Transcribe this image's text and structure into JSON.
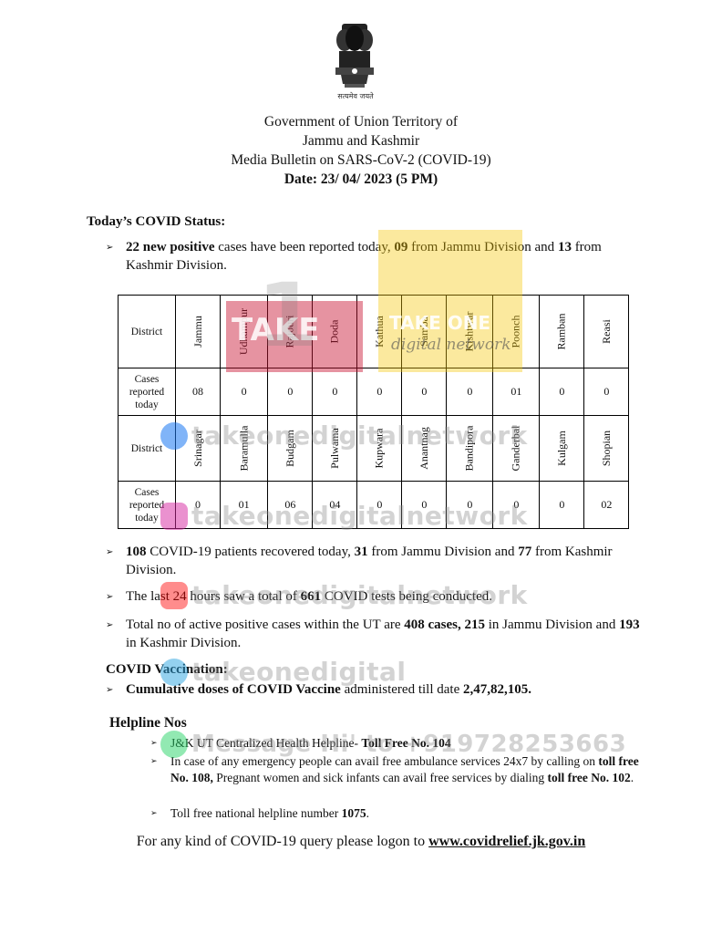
{
  "header": {
    "emblem_motto": "सत्यमेव जयते",
    "line1": "Government of Union Territory of",
    "line2": "Jammu and Kashmir",
    "line3": "Media Bulletin on SARS-CoV-2 (COVID-19)",
    "date": "Date: 23/ 04/ 2023 (5 PM)"
  },
  "status": {
    "heading": "Today’s COVID Status:",
    "b1_bold": "22 new positive",
    "b1_text": " cases have been reported today, ",
    "b1_jammu": "09",
    "b1_text2": " from Jammu Division and ",
    "b1_kashmir": "13",
    "b1_text3": " from Kashmir Division."
  },
  "table": {
    "row1_label": "District",
    "row1_districts": [
      "Jammu",
      "Udhampur",
      "Rajouri",
      "Doda",
      "Kathua",
      "Samba",
      "Kishtwar",
      "Poonch",
      "Ramban",
      "Reasi"
    ],
    "row2_label": "Cases reported today",
    "row2_cases": [
      "08",
      "0",
      "0",
      "0",
      "0",
      "0",
      "0",
      "01",
      "0",
      "0"
    ],
    "row3_label": "District",
    "row3_districts": [
      "Srinagar",
      "Baramulla",
      "Budgam",
      "Pulwama",
      "Kupwara",
      "Anantnag",
      "Bandipora",
      "Ganderbal",
      "Kulgam",
      "Shopian"
    ],
    "row4_label": "Cases reported today",
    "row4_cases": [
      "0",
      "01",
      "06",
      "04",
      "0",
      "0",
      "0",
      "0",
      "0",
      "02"
    ]
  },
  "recovered": {
    "n": "108",
    "t1": " COVID-19 patients recovered today, ",
    "jammu": "31",
    "t2": " from Jammu Division and ",
    "kashmir": "77",
    "t3": " from Kashmir Division."
  },
  "tests": {
    "t1": "The last 24 hours saw a total of ",
    "n": "661",
    "t2": " COVID tests being conducted."
  },
  "active": {
    "t1": "Total no of active positive cases within the UT are ",
    "total": "408",
    "t2": " cases, ",
    "jammu": "215",
    "t3": " in Jammu Division and ",
    "kashmir": "193",
    "t4": " in Kashmir Division."
  },
  "vaccination": {
    "heading": "COVID Vaccination:",
    "bold": "Cumulative doses of COVID Vaccine",
    "t1": " administered till date ",
    "n": "2,47,82,105."
  },
  "helpline": {
    "heading": "Helpline Nos",
    "h1_text": "J&K UT Centralized Health Helpline- ",
    "h1_bold": "Toll Free No. 104",
    "h2_text1": "In case of any emergency people can avail free ambulance services 24x7 by calling on ",
    "h2_bold1": "toll free No. 108,",
    "h2_text2": " Pregnant women and sick infants can avail free services by dialing ",
    "h2_bold2": "toll free No. 102",
    "h2_text3": ".",
    "h3_text": "Toll free national helpline number ",
    "h3_bold": "1075",
    "h3_end": "."
  },
  "footer": {
    "text": "For any kind of COVID-19 query please logon to ",
    "url": "www.covidrelief.jk.gov.in"
  },
  "watermark": {
    "logo_left": "TAKE",
    "logo_num": "1",
    "logo_right": "TAKE ONE",
    "logo_sub": "digital network",
    "handle1": "takeonedigitalnetwork",
    "handle2": "takeonedigitalnetwork",
    "handle3": "takeonedigitalnetwork",
    "handle4": "takeonedigital",
    "phone": "Message Hi' to +919728253663",
    "colors": {
      "facebook": "#1877f2",
      "instagram": "#d6249f",
      "youtube": "#ff0000",
      "telegram": "#2aa3df",
      "whatsapp": "#25d366",
      "logo_red": "#c8102e",
      "logo_yellow": "#f5c400"
    }
  }
}
